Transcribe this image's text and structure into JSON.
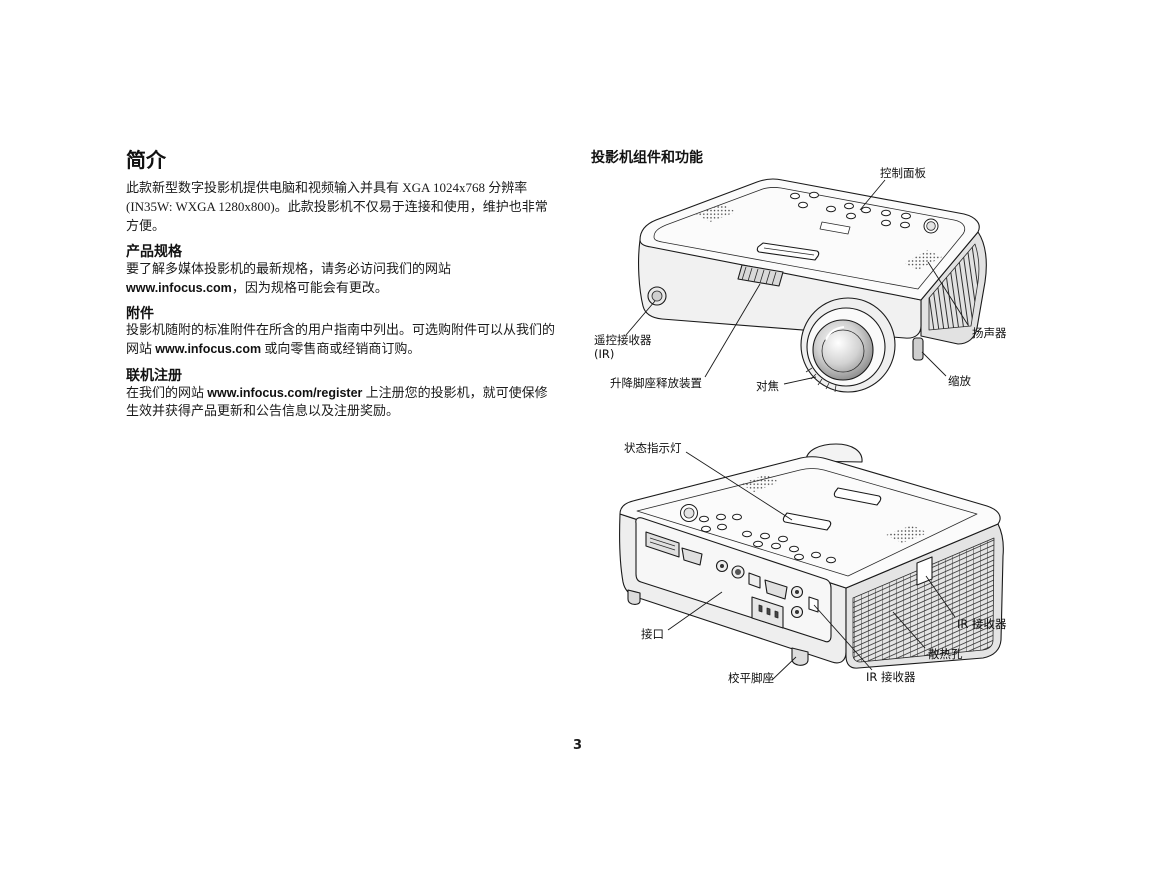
{
  "page_number": "3",
  "intro": {
    "heading": "简介",
    "lines": [
      "此款新型数字投影机提供电脑和视频输入并具有 XGA 1024x768 分辨率",
      "(IN35W: WXGA 1280x800)。此款投影机不仅易于连接和使用，维护也非常",
      "方便。"
    ]
  },
  "specs": {
    "heading": "产品规格",
    "line1": "要了解多媒体投影机的最新规格，请务必访问我们的网站",
    "url": "www.infocus.com",
    "line2_after": "，因为规格可能会有更改。"
  },
  "accessories": {
    "heading": "附件",
    "line1": "投影机随附的标准附件在所含的用户指南中列出。可选购附件可以从我们的",
    "line2_before": "网站 ",
    "url": "www.infocus.com",
    "line2_after": " 或向零售商或经销商订购。"
  },
  "registration": {
    "heading": "联机注册",
    "line1_before": "在我们的网站 ",
    "url": "www.infocus.com/register",
    "line1_after": " 上注册您的投影机，就可使保修",
    "line2": "生效并获得产品更新和公告信息以及注册奖励。"
  },
  "components": {
    "heading": "投影机组件和功能",
    "top_diagram": {
      "control_panel": "控制面板",
      "speaker": "扬声器",
      "remote_receiver": "遥控接收器",
      "remote_receiver_ir": "(IR)",
      "elevator_foot_release": "升降脚座释放装置",
      "focus": "对焦",
      "zoom": "缩放"
    },
    "bottom_diagram": {
      "status_lights": "状态指示灯",
      "ir_receiver_side": "IR 接收器",
      "vents": "散热孔",
      "connectors": "接口",
      "leveling_foot": "校平脚座",
      "ir_receiver_rear": "IR 接收器"
    }
  }
}
